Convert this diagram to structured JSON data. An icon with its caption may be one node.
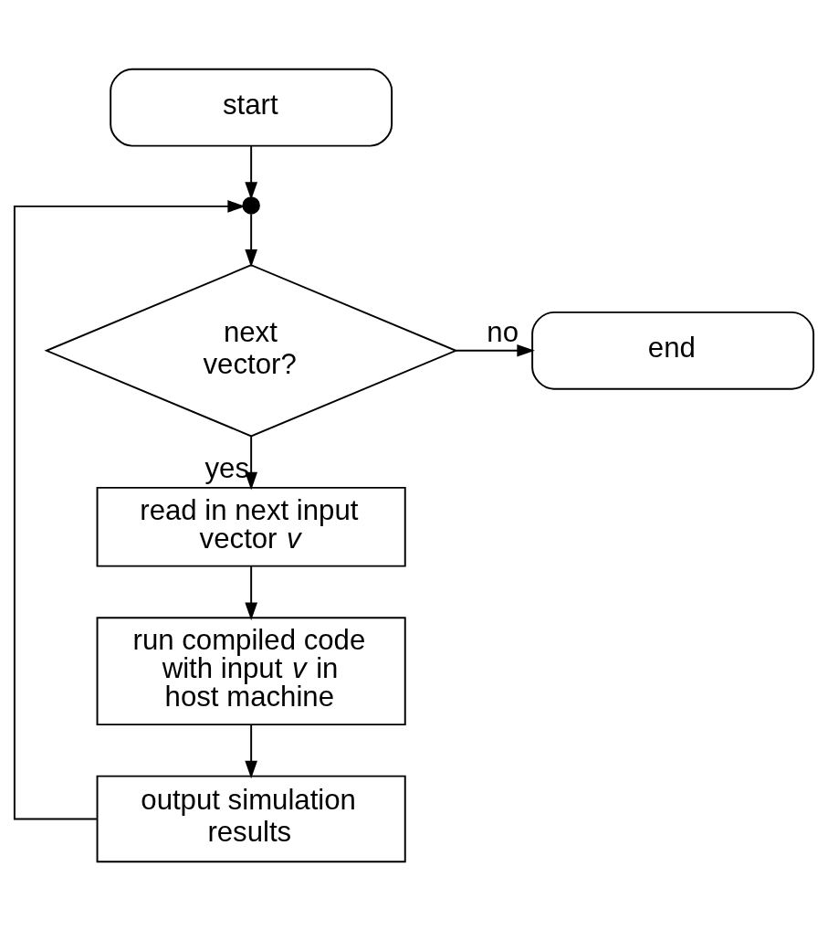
{
  "diagram": {
    "nodes": [
      {
        "text": [
          "start"
        ]
      },
      {
        "text": [],
        "shape": "circle"
      },
      {
        "text": [
          "next vector?"
        ]
      },
      {
        "text": [
          "end"
        ]
      },
      {
        "text": [
          "read in next input vector *v*"
        ]
      },
      {
        "text": [
          "run compiled code with input *v* in host machine"
        ]
      },
      {
        "text": [
          "output simulation results"
        ]
      }
    ],
    "edges": [
      {
        "from": 0,
        "to": 1,
        "arrow": "to"
      },
      {
        "from": 1,
        "to": 2,
        "arrow": "to"
      },
      {
        "from": 2,
        "to": 3,
        "arrow": "to",
        "label": "no"
      },
      {
        "from": 2,
        "to": 4,
        "arrow": "to",
        "label": "yes"
      },
      {
        "from": 4,
        "to": 5,
        "arrow": "to"
      },
      {
        "from": 5,
        "to": 6,
        "arrow": "to"
      },
      {
        "from": 6,
        "to": 1,
        "arrow": "to"
      }
    ]
  }
}
